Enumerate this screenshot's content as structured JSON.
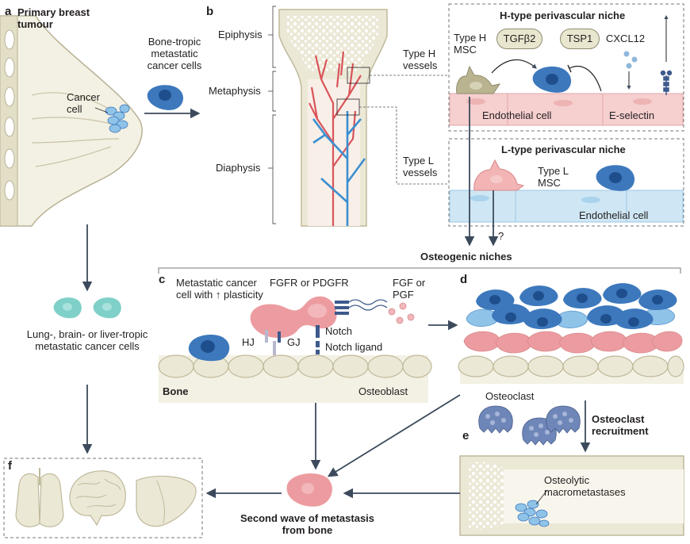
{
  "panels": {
    "a": "a",
    "b": "b",
    "c": "c",
    "d": "d",
    "e": "e",
    "f": "f"
  },
  "panel_a": {
    "title": "Primary breast tumour",
    "cancer_cell": "Cancer cell",
    "bone_tropic": "Bone-tropic metastatic cancer cells",
    "other_tropic": "Lung-, brain- or liver-tropic metastatic cancer cells"
  },
  "panel_b": {
    "epiphysis": "Epiphysis",
    "metaphysis": "Metaphysis",
    "diaphysis": "Diaphysis",
    "type_h_vessels": "Type H vessels",
    "type_l_vessels": "Type L vessels",
    "h_niche_title": "H-type perivascular niche",
    "type_h_msc": "Type H MSC",
    "tgfb2": "TGFβ2",
    "tsp1": "TSP1",
    "cxcl12": "CXCL12",
    "endothelial_cell_h": "Endothelial cell",
    "e_selectin": "E-selectin",
    "l_niche_title": "L-type perivascular niche",
    "type_l_msc": "Type L MSC",
    "endothelial_cell_l": "Endothelial cell",
    "question": "?",
    "osteogenic_niches": "Osteogenic niches"
  },
  "panel_c": {
    "metastatic_cell": "Metastatic cancer cell with ↑ plasticity",
    "fgfr": "FGFR or PDGFR",
    "fgf": "FGF or PGF",
    "notch": "Notch",
    "notch_ligand": "Notch ligand",
    "hj": "HJ",
    "gj": "GJ",
    "bone": "Bone",
    "osteoblast": "Osteoblast"
  },
  "panel_d": {
    "osteoclast": "Osteoclast",
    "recruitment": "Osteoclast recruitment"
  },
  "panel_e": {
    "osteolytic": "Osteolytic macrometastases"
  },
  "panel_f": {
    "second_wave": "Second wave of metastasis from bone"
  },
  "colors": {
    "blue_cell": "#3d78bc",
    "blue_nucleus": "#1f4e8c",
    "red_cell": "#ec9ca0",
    "teal_cell": "#7fd0c8",
    "bone": "#ece8d6",
    "bone_edge": "#bfb99a",
    "arrow": "#3c4a5c",
    "vessel_red": "#d9545a",
    "vessel_blue": "#3b8fd0",
    "endo_pink": "#f6cfcf",
    "endo_blue": "#cfe6f4"
  }
}
